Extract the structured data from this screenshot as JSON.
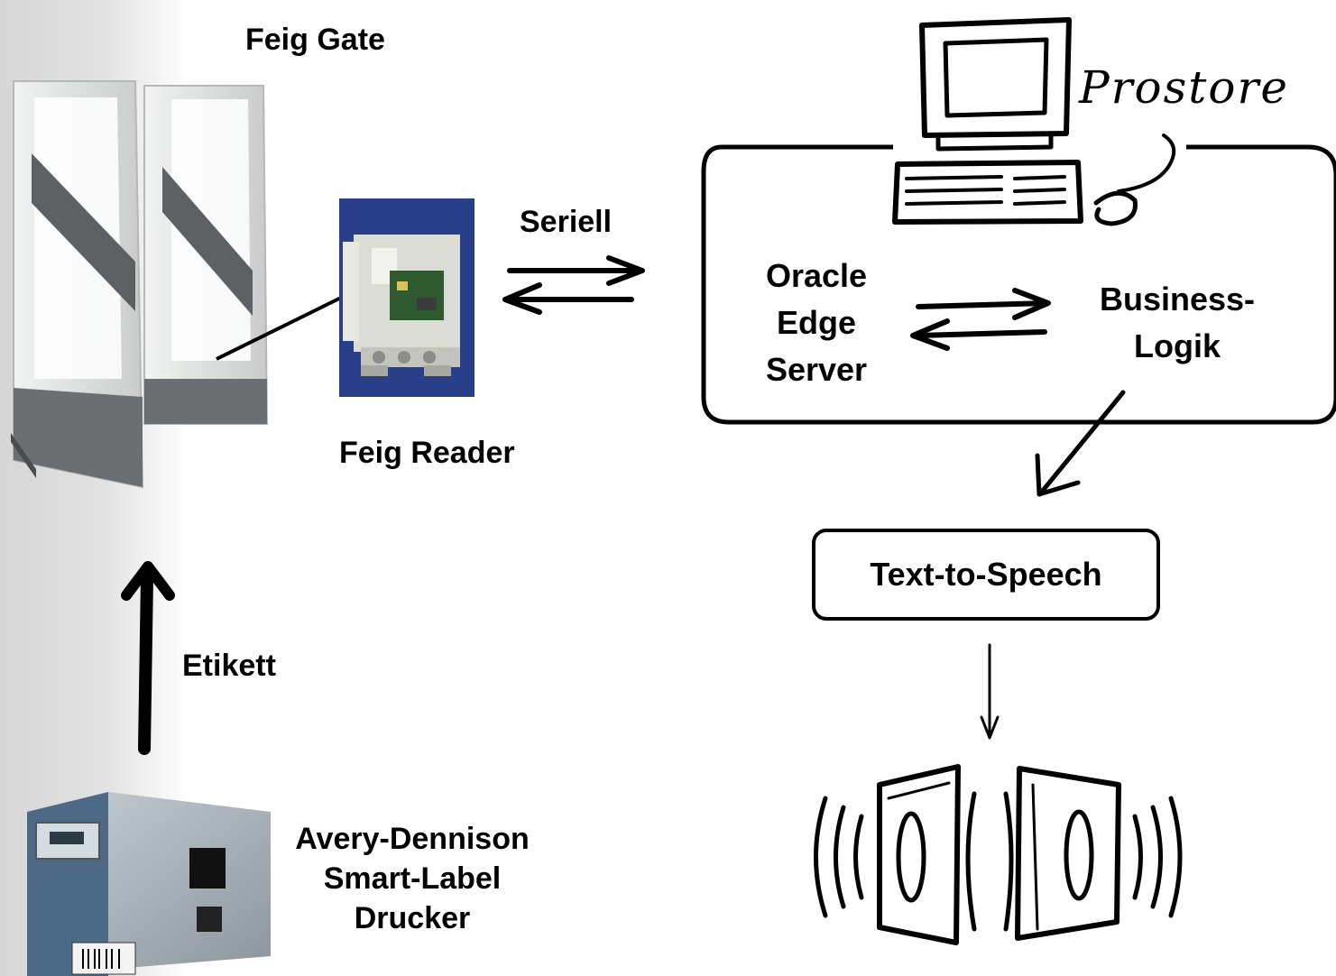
{
  "labels": {
    "feig_gate": "Feig Gate",
    "feig_reader": "Feig Reader",
    "seriell": "Seriell",
    "etikett": "Etikett",
    "printer_line1": "Avery-Dennison",
    "printer_line2": "Smart-Label",
    "printer_line3": "Drucker",
    "prostore": "Prostore",
    "oracle_line1": "Oracle",
    "oracle_line2": "Edge",
    "oracle_line3": "Server",
    "business_line1": "Business-",
    "business_line2": "Logik",
    "tts": "Text-to-Speech"
  },
  "colors": {
    "gate_body": "#e4e6e4",
    "gate_stripe": "#5e6163",
    "reader_bg": "#2a3f8a",
    "printer_body": "#aeb7bd",
    "printer_front": "#4c6a86",
    "stroke": "#000000"
  }
}
